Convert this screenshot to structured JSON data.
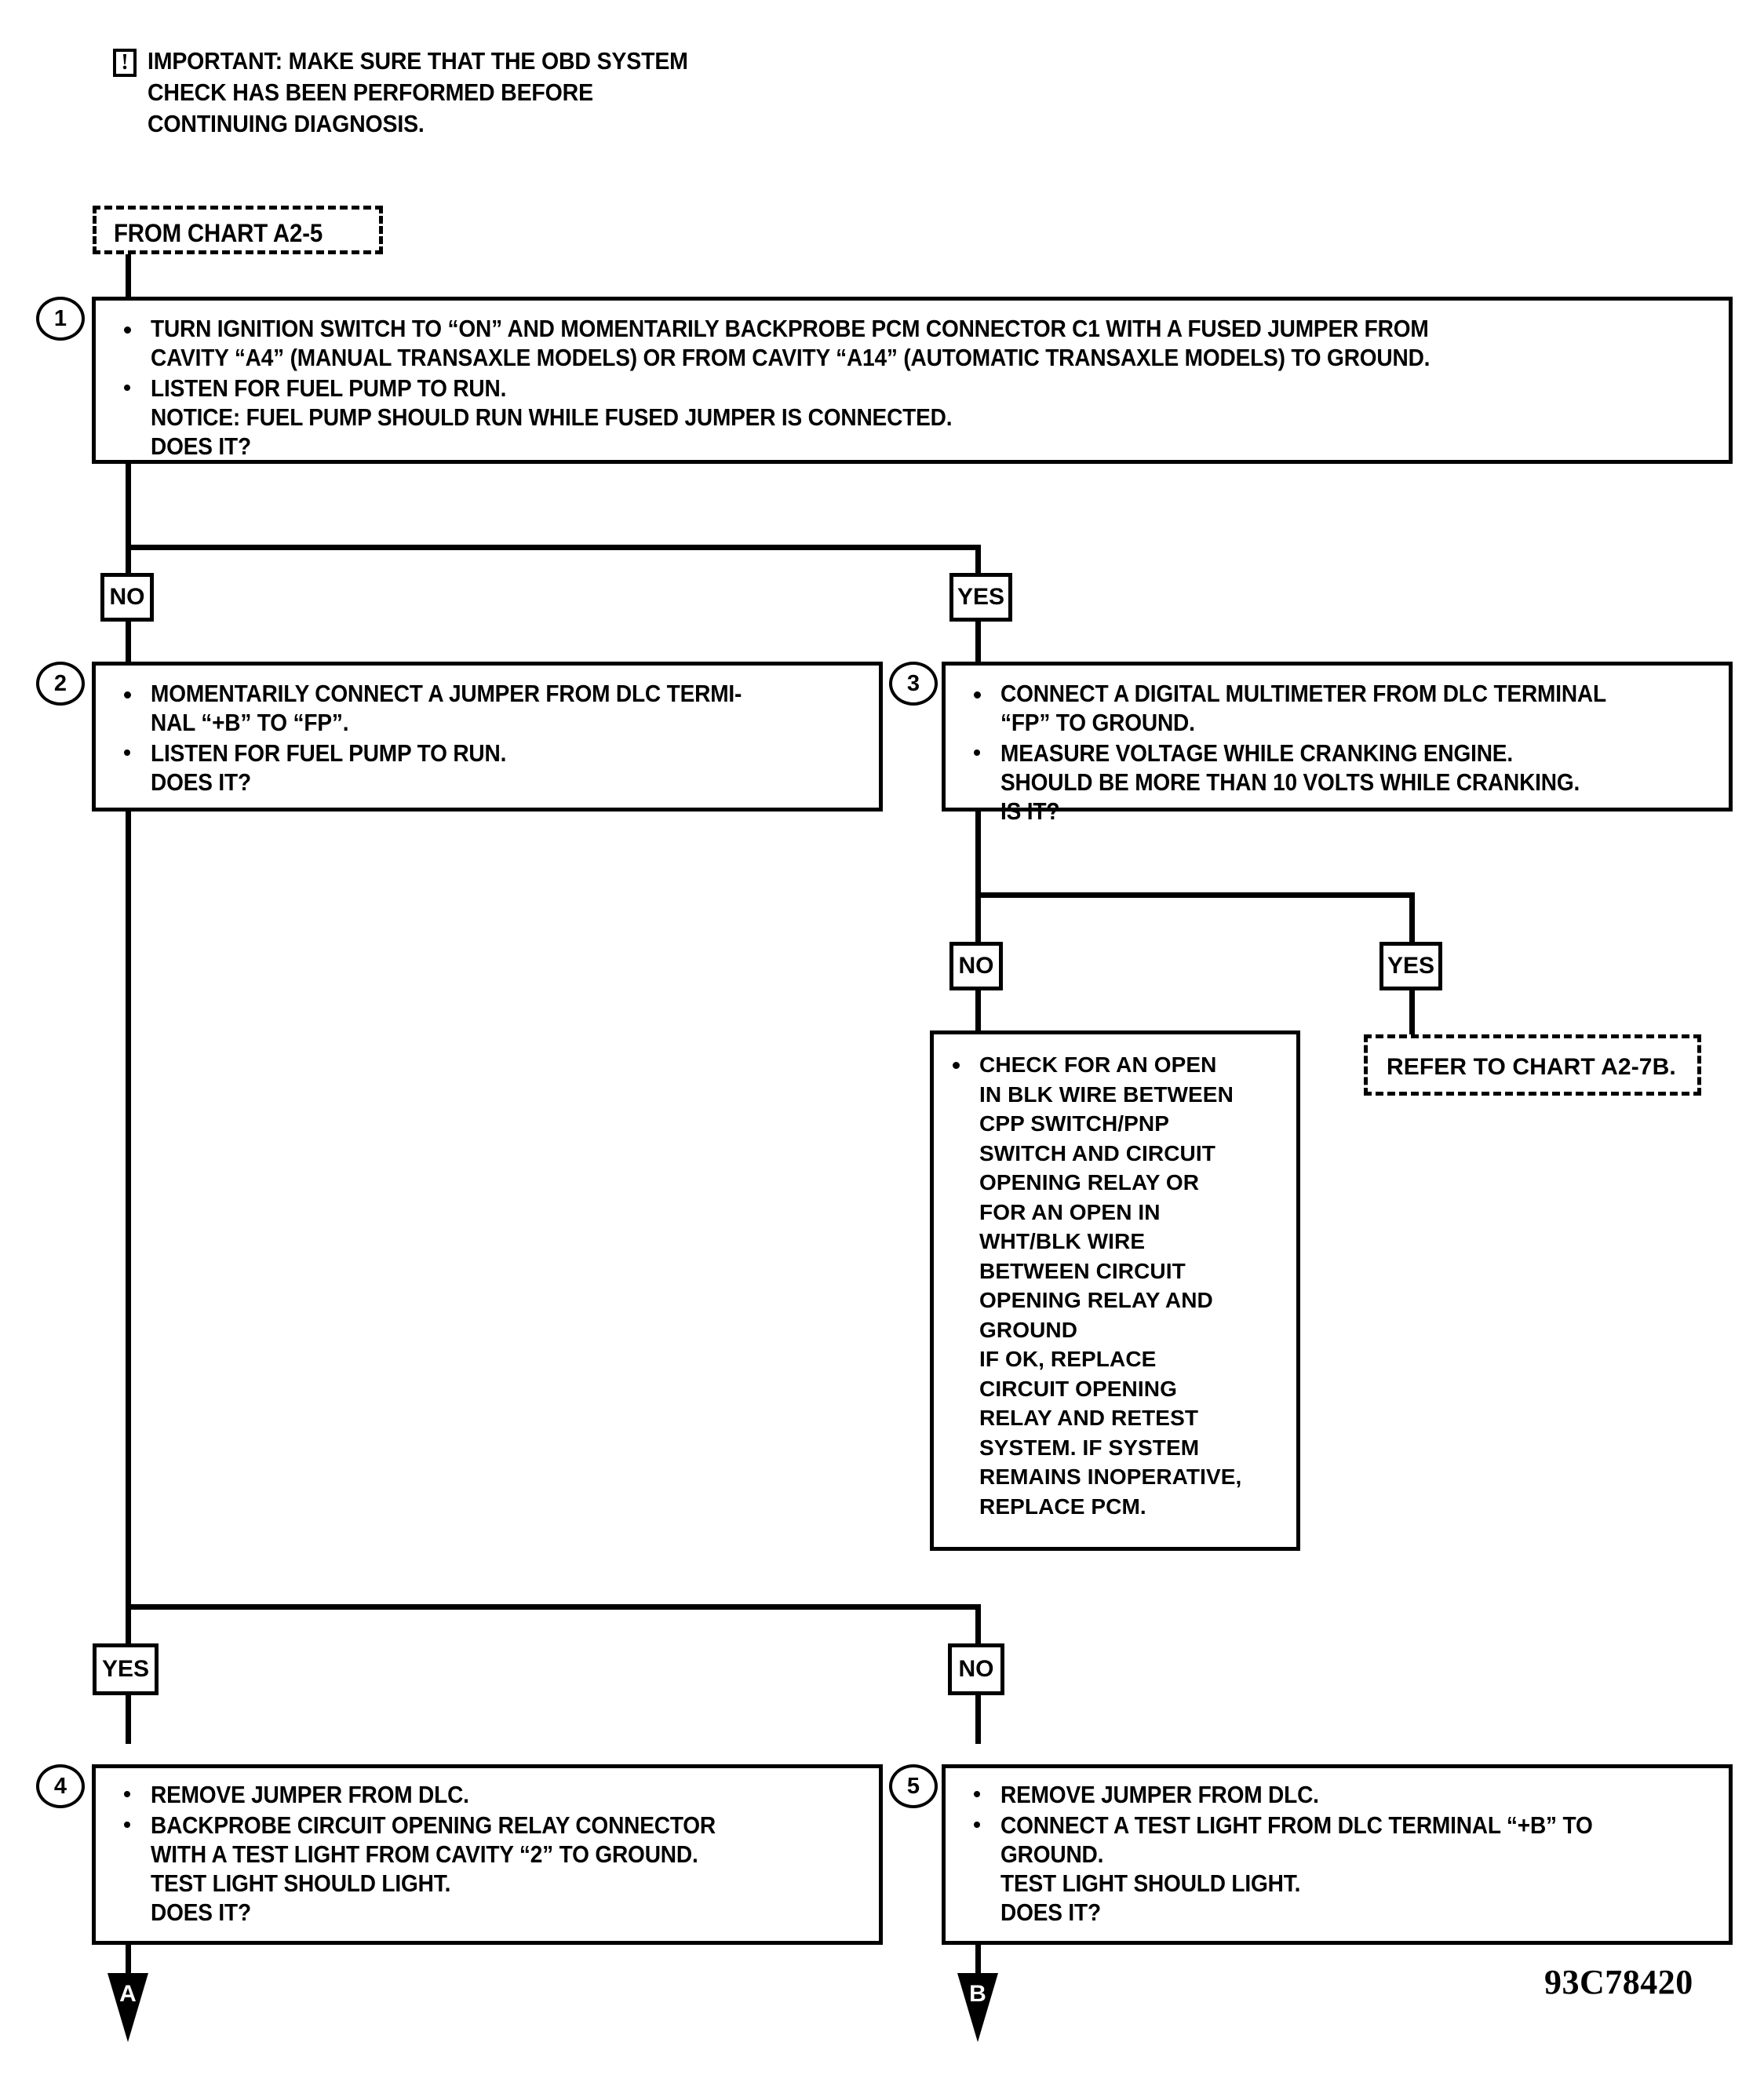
{
  "chart_id": "93C78420",
  "note": {
    "icon": "important-exclamation-icon",
    "glyph": "!",
    "text": "IMPORTANT:  MAKE SURE THAT THE OBD SYSTEM\nCHECK HAS BEEN PERFORMED BEFORE\nCONTINUING DIAGNOSIS."
  },
  "entry": {
    "label": "FROM CHART A2-5"
  },
  "steps": {
    "s1": {
      "number": "1",
      "b1": "TURN IGNITION SWITCH TO “ON” AND MOMENTARILY BACKPROBE PCM CONNECTOR C1 WITH A FUSED JUMPER FROM\nCAVITY “A4” (MANUAL TRANSAXLE MODELS) OR FROM CAVITY “A14” (AUTOMATIC TRANSAXLE MODELS) TO GROUND.",
      "b2": "LISTEN FOR FUEL PUMP TO RUN.\nNOTICE: FUEL PUMP SHOULD RUN WHILE FUSED JUMPER IS CONNECTED.\nDOES IT?"
    },
    "s2": {
      "number": "2",
      "b1": "MOMENTARILY CONNECT A JUMPER FROM DLC TERMI-\nNAL “+B” TO “FP”.",
      "b2": "LISTEN FOR FUEL PUMP TO RUN.\nDOES IT?"
    },
    "s3": {
      "number": "3",
      "b1": "CONNECT A DIGITAL MULTIMETER FROM DLC TERMINAL\n“FP” TO GROUND.",
      "b2": "MEASURE VOLTAGE WHILE CRANKING ENGINE.\nSHOULD BE MORE THAN 10 VOLTS WHILE CRANKING.\nIS IT?"
    },
    "s4": {
      "number": "4",
      "b1": "REMOVE JUMPER FROM DLC.",
      "b2": "BACKPROBE CIRCUIT OPENING RELAY CONNECTOR\nWITH A TEST LIGHT FROM CAVITY “2” TO GROUND.\nTEST LIGHT SHOULD LIGHT.\nDOES IT?"
    },
    "s5": {
      "number": "5",
      "b1": "REMOVE JUMPER FROM DLC.",
      "b2": "CONNECT A TEST LIGHT FROM DLC TERMINAL “+B” TO\nGROUND.\nTEST LIGHT SHOULD LIGHT.\nDOES IT?"
    }
  },
  "action_box": {
    "text": "CHECK FOR AN OPEN\nIN BLK WIRE BETWEEN\nCPP SWITCH/PNP\nSWITCH AND CIRCUIT\nOPENING RELAY OR\nFOR AN OPEN IN\nWHT/BLK WIRE\nBETWEEN CIRCUIT\nOPENING RELAY AND\nGROUND\nIF OK, REPLACE\nCIRCUIT OPENING\nRELAY AND RETEST\nSYSTEM. IF SYSTEM\nREMAINS INOPERATIVE,\nREPLACE PCM."
  },
  "refer_box": {
    "label": "REFER TO CHART A2-7B."
  },
  "branches": {
    "b1_no": "NO",
    "b1_yes": "YES",
    "b2_no": "NO",
    "b2_yes": "YES",
    "b3_yes": "YES",
    "b3_no": "NO"
  },
  "connectors": {
    "a": "A",
    "b": "B"
  },
  "colors": {
    "ink": "#000000",
    "paper": "#ffffff"
  }
}
